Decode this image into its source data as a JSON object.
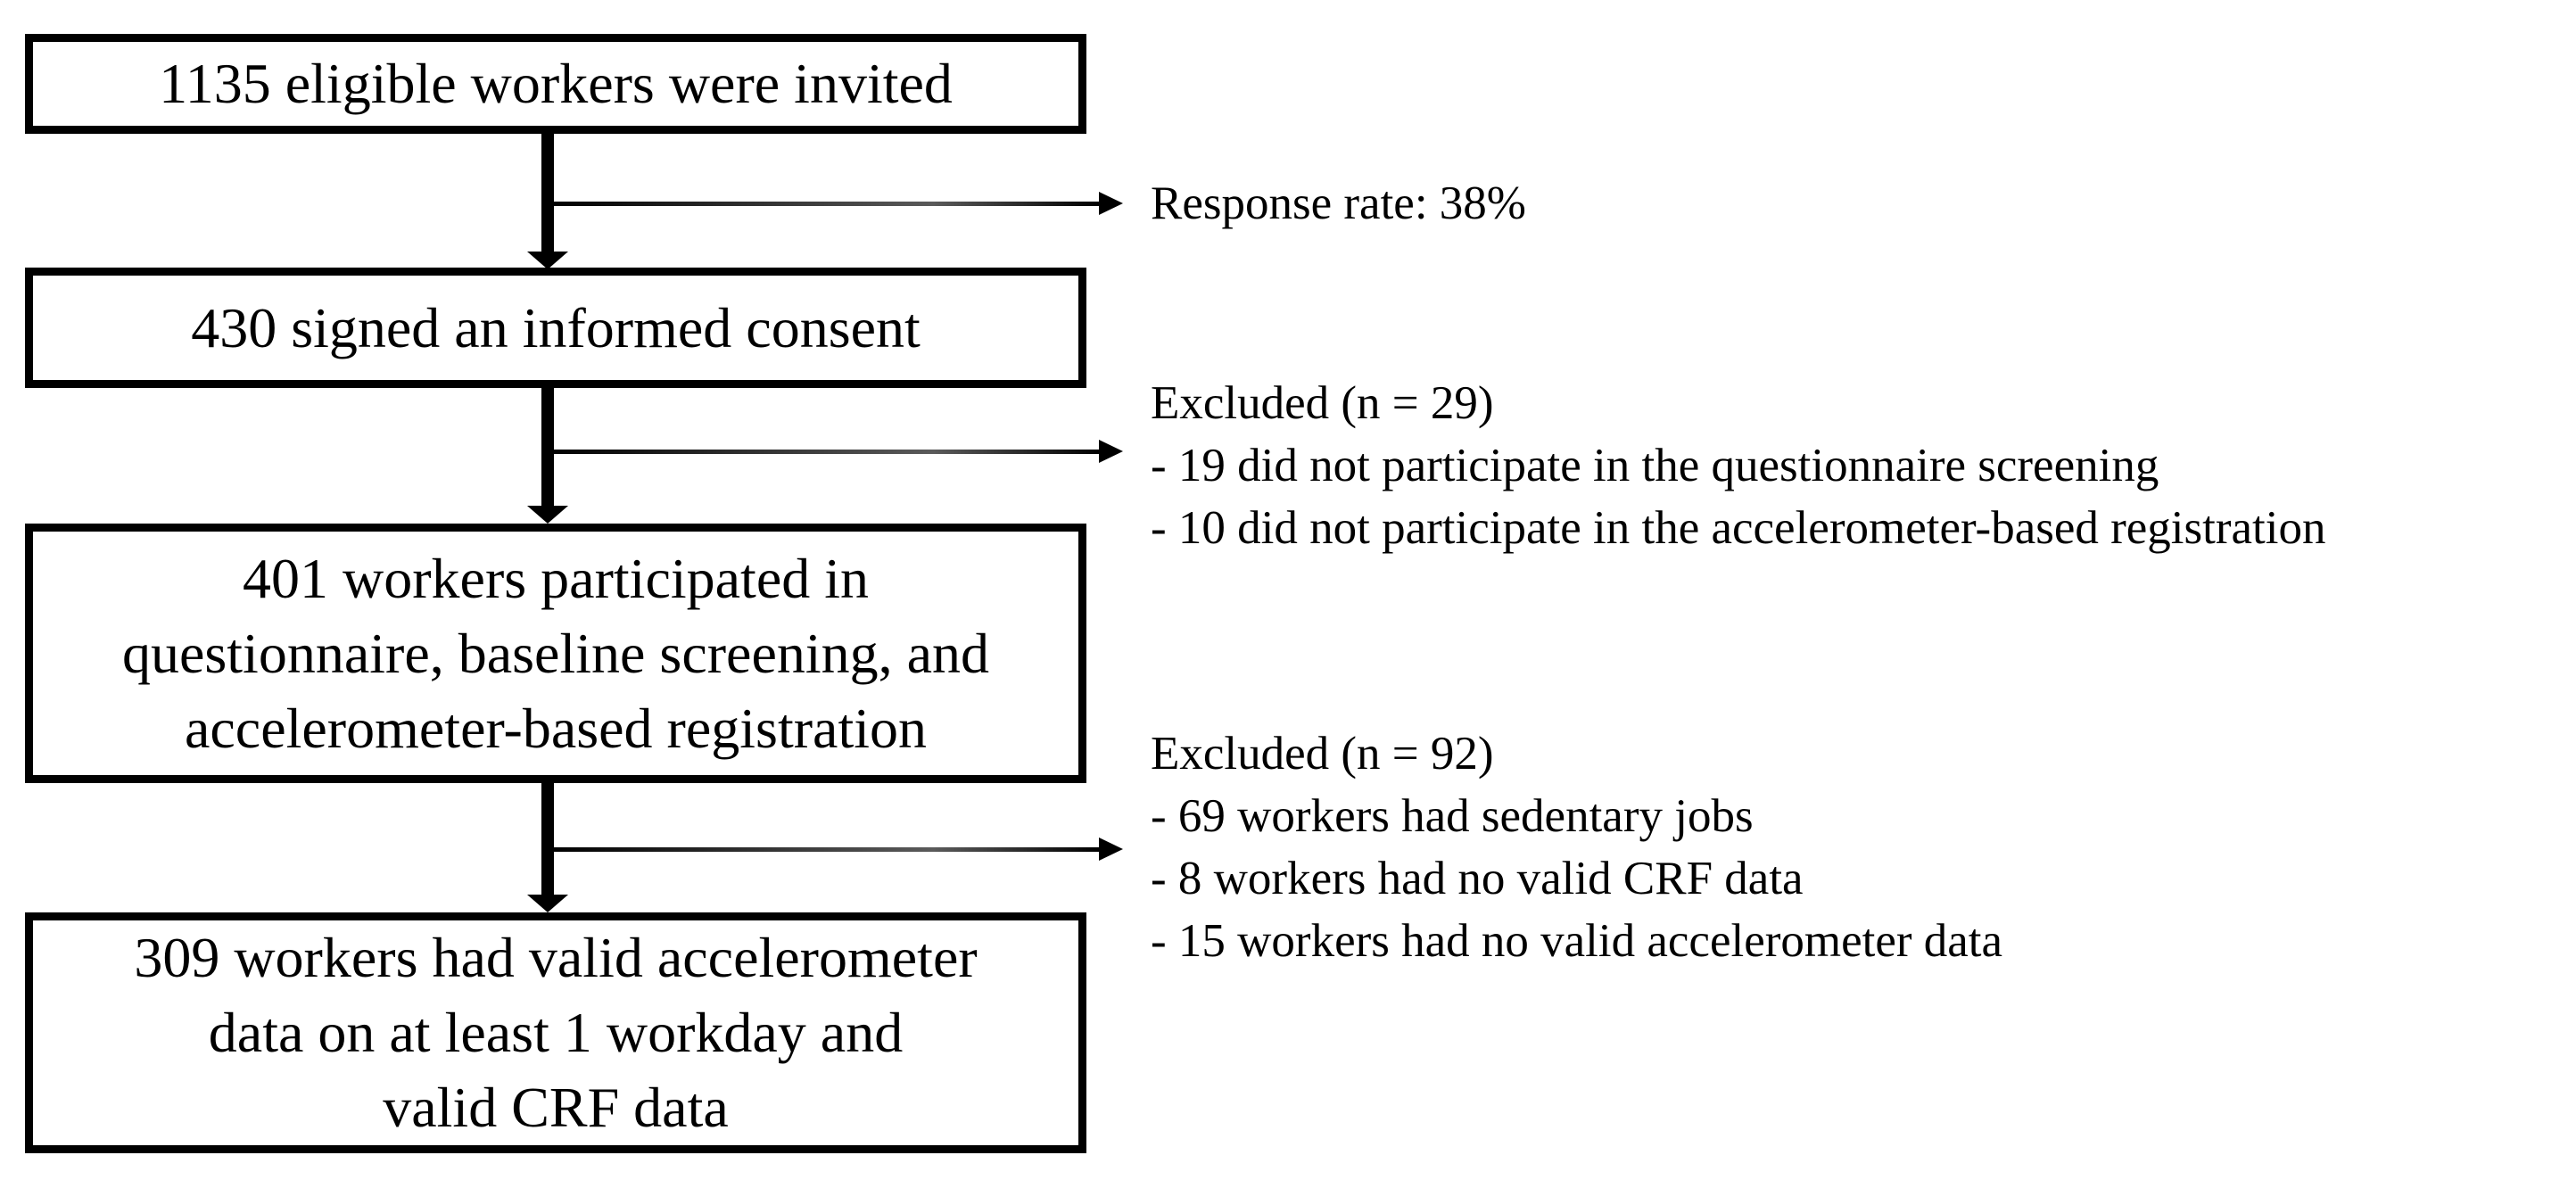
{
  "flowchart": {
    "colors": {
      "line": "#000000",
      "text": "#000000",
      "background": "#ffffff"
    },
    "boxes": [
      {
        "lines": [
          "1135 eligible workers were invited"
        ]
      },
      {
        "lines": [
          "430 signed an informed consent"
        ]
      },
      {
        "lines": [
          "401 workers participated in",
          "questionnaire, baseline screening, and",
          "accelerometer-based registration"
        ]
      },
      {
        "lines": [
          "309 workers had valid accelerometer",
          "data on at least 1 workday and",
          "valid CRF data"
        ]
      }
    ],
    "side_notes": [
      {
        "lines": [
          "Response rate: 38%"
        ]
      },
      {
        "lines": [
          "Excluded (n = 29)",
          "- 19 did not participate in the questionnaire screening",
          "- 10 did not participate in the accelerometer-based registration"
        ]
      },
      {
        "lines": [
          "Excluded (n = 92)",
          "- 69 workers had sedentary jobs",
          "- 8 workers had no valid CRF data",
          "- 15 workers had no valid accelerometer data"
        ]
      }
    ]
  }
}
